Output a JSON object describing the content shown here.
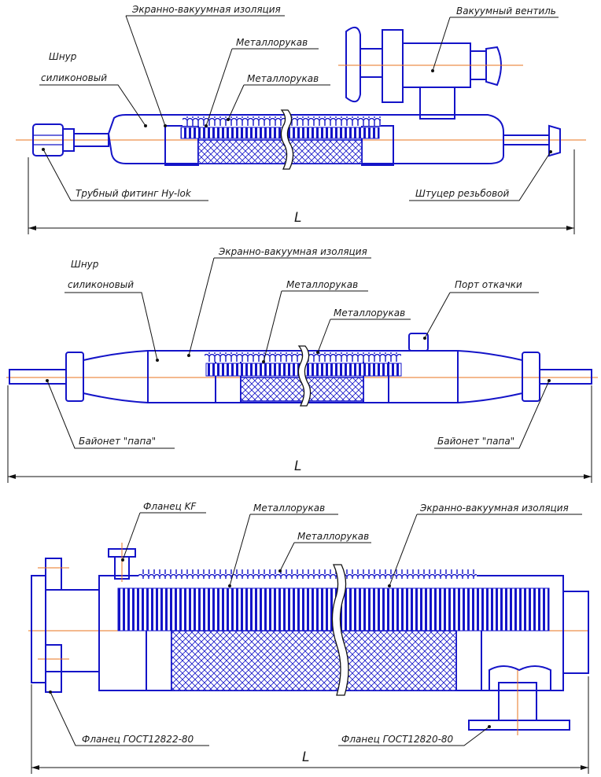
{
  "diagrams": [
    {
      "id": "hose-hylok",
      "labels": {
        "shield_insulation": "Экранно-вакуумная изоляция",
        "metal_hose_1": "Металлорукав",
        "metal_hose_2": "Металлорукав",
        "vacuum_valve": "Вакуумный вентиль",
        "cord_line1": "Шнур",
        "cord_line2": "силиконовый",
        "pipe_fitting": "Трубный фитинг Hy-lok",
        "threaded_nipple": "Штуцер резьбовой"
      },
      "dimension": "L"
    },
    {
      "id": "hose-bayonet",
      "labels": {
        "cord_line1": "Шнур",
        "cord_line2": "силиконовый",
        "shield_insulation": "Экранно-вакуумная изоляция",
        "metal_hose_1": "Металлорукав",
        "metal_hose_2": "Металлорукав",
        "pump_port": "Порт откачки",
        "bayonet_left": "Байонет \"папа\"",
        "bayonet_right": "Байонет \"папа\""
      },
      "dimension": "L"
    },
    {
      "id": "hose-flanged",
      "labels": {
        "kf_flange": "Фланец KF",
        "metal_hose_1": "Металлорукав",
        "metal_hose_2": "Металлорукав",
        "shield_insulation": "Экранно-вакуумная изоляция",
        "flange_12822": "Фланец ГОСТ12822-80",
        "flange_12820": "Фланец ГОСТ12820-80"
      },
      "dimension": "L"
    }
  ],
  "colors": {
    "outline": "#1414c8",
    "axis": "#e8731e",
    "leader": "#111111"
  }
}
